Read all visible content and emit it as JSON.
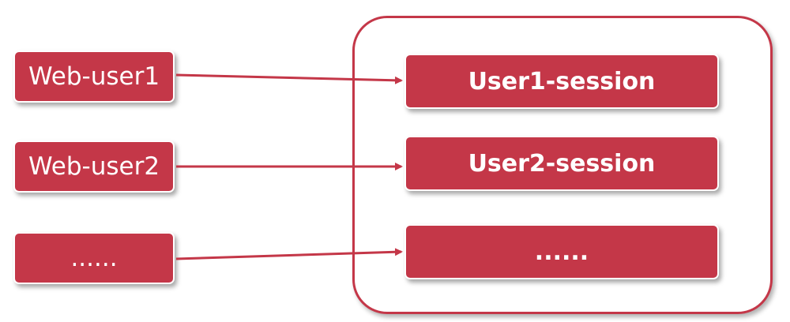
{
  "users": [
    {
      "label": "Web-user1"
    },
    {
      "label": "Web-user2"
    },
    {
      "label": "......"
    }
  ],
  "sessions": [
    {
      "label": "User1-session"
    },
    {
      "label": "User2-session"
    },
    {
      "label": "......"
    }
  ],
  "colors": {
    "box_fill": "#c43748",
    "arrow": "#c43748",
    "container_border": "#c43748"
  }
}
